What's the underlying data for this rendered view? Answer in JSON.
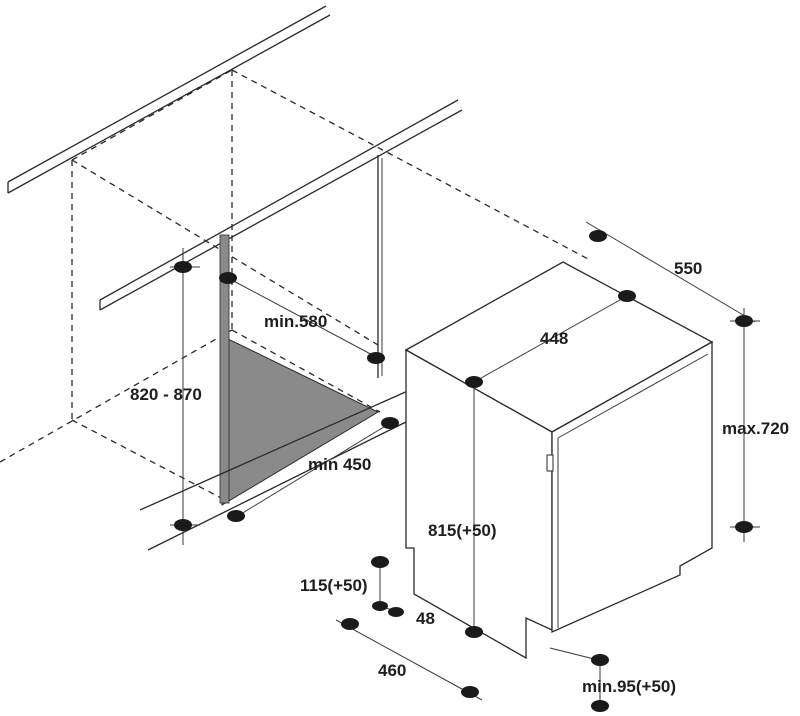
{
  "labels": {
    "depth_outer": "550",
    "width_top": "448",
    "max_height": "max.720",
    "cavity_depth": "min.580",
    "niche_height": "820 - 870",
    "niche_width": "min 450",
    "appliance_height": "815(+50)",
    "plinth_height": "115(+50)",
    "plinth_recess": "48",
    "bottom_depth": "460",
    "door_clearance": "min.95(+50)"
  },
  "colors": {
    "line": "#2a2a2a",
    "cavity_fill": "#8a8a8a",
    "dimension_dot": "#1a1a1a",
    "text": "#1e1e1e"
  }
}
